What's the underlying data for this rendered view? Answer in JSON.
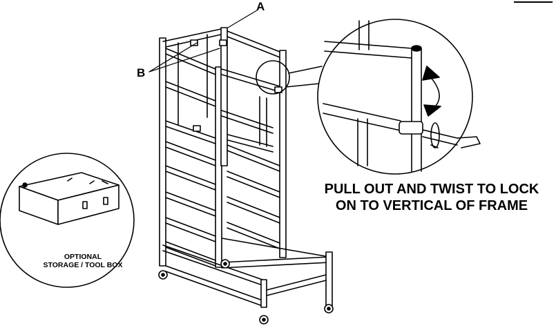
{
  "labels": {
    "a": "A",
    "b": "B"
  },
  "caption": {
    "line1": "PULL OUT AND TWIST TO LOCK",
    "line2": "ON TO VERTICAL OF FRAME"
  },
  "inset_storage": {
    "line1": "OPTIONAL",
    "line2": "STORAGE / TOOL BOX"
  },
  "colors": {
    "ink": "#000000",
    "background": "#ffffff",
    "shade": "#e6e6e6"
  }
}
